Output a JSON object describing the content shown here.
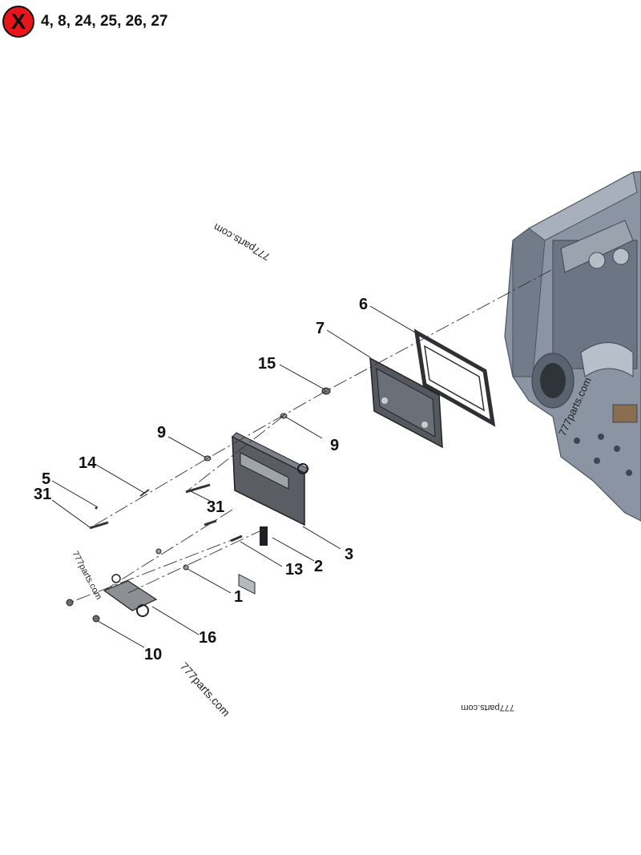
{
  "excluded_badge": {
    "symbol": "X"
  },
  "excluded_parts": "4, 8, 24, 25, 26, 27",
  "watermark": "777parts.com",
  "callouts": [
    "6",
    "7",
    "15",
    "9",
    "9",
    "14",
    "5",
    "31",
    "31",
    "3",
    "2",
    "13",
    "1",
    "16",
    "10"
  ],
  "colors": {
    "badge_red": "#e8161a",
    "engine_block": "#8a94a3",
    "module": "#5a5e64",
    "gasket": "#3a3c40"
  }
}
